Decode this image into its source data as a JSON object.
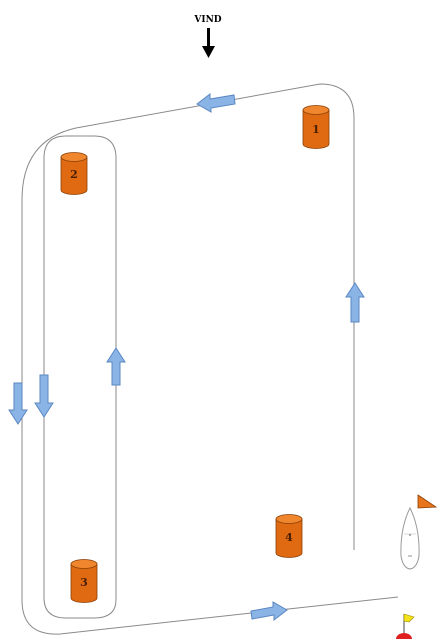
{
  "wind": {
    "label": "VIND"
  },
  "marks": [
    {
      "id": "mark-1",
      "label": "1"
    },
    {
      "id": "mark-2",
      "label": "2"
    },
    {
      "id": "mark-3",
      "label": "3"
    },
    {
      "id": "mark-4",
      "label": "4"
    }
  ],
  "colors": {
    "buoy_fill": "#e06a12",
    "buoy_top": "#f0872e",
    "buoy_stroke": "#8a3f06",
    "arrow_fill": "#8ab4e6",
    "arrow_stroke": "#5a87c2",
    "track": "#8a8a8a",
    "committee_flag": "#e8741c",
    "pin_flag": "#f5e21a",
    "pin_buoy": "#e01f1f"
  },
  "icons": {
    "wind_arrow": "arrow-down-icon",
    "course_arrow": "block-arrow-icon",
    "committee_boat": "boat-icon",
    "pin_end": "flag-buoy-icon"
  }
}
